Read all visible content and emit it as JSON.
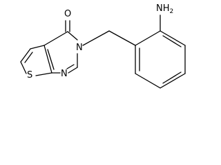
{
  "molecule": {
    "atoms": {
      "O": "O",
      "N3": "N",
      "N1": "N",
      "S": "S",
      "amine": "NH",
      "amine_sub": "2"
    }
  },
  "colors": {
    "bond": "#000000",
    "text": "#000000",
    "background": "#ffffff"
  }
}
